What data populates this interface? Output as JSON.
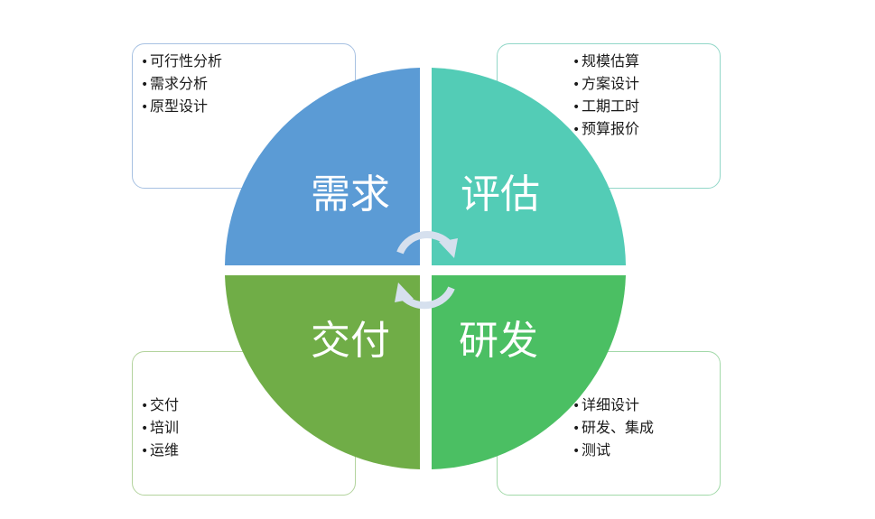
{
  "quadrants": {
    "top_left": {
      "title": "需求",
      "color": "#5b9bd5",
      "items": [
        "可行性分析",
        "需求分析",
        "原型设计"
      ]
    },
    "top_right": {
      "title": "评估",
      "color": "#53ccb6",
      "items": [
        "规模估算",
        "方案设计",
        "工期工时",
        "预算报价"
      ]
    },
    "bottom_left": {
      "title": "交付",
      "color": "#70ad47",
      "items": [
        "交付",
        "培训",
        "运维"
      ]
    },
    "bottom_right": {
      "title": "研发",
      "color": "#4bbf63",
      "items": [
        "详细设计",
        "研发、集成",
        "测试"
      ]
    }
  },
  "center_arrows_color": "#d6e0ee"
}
